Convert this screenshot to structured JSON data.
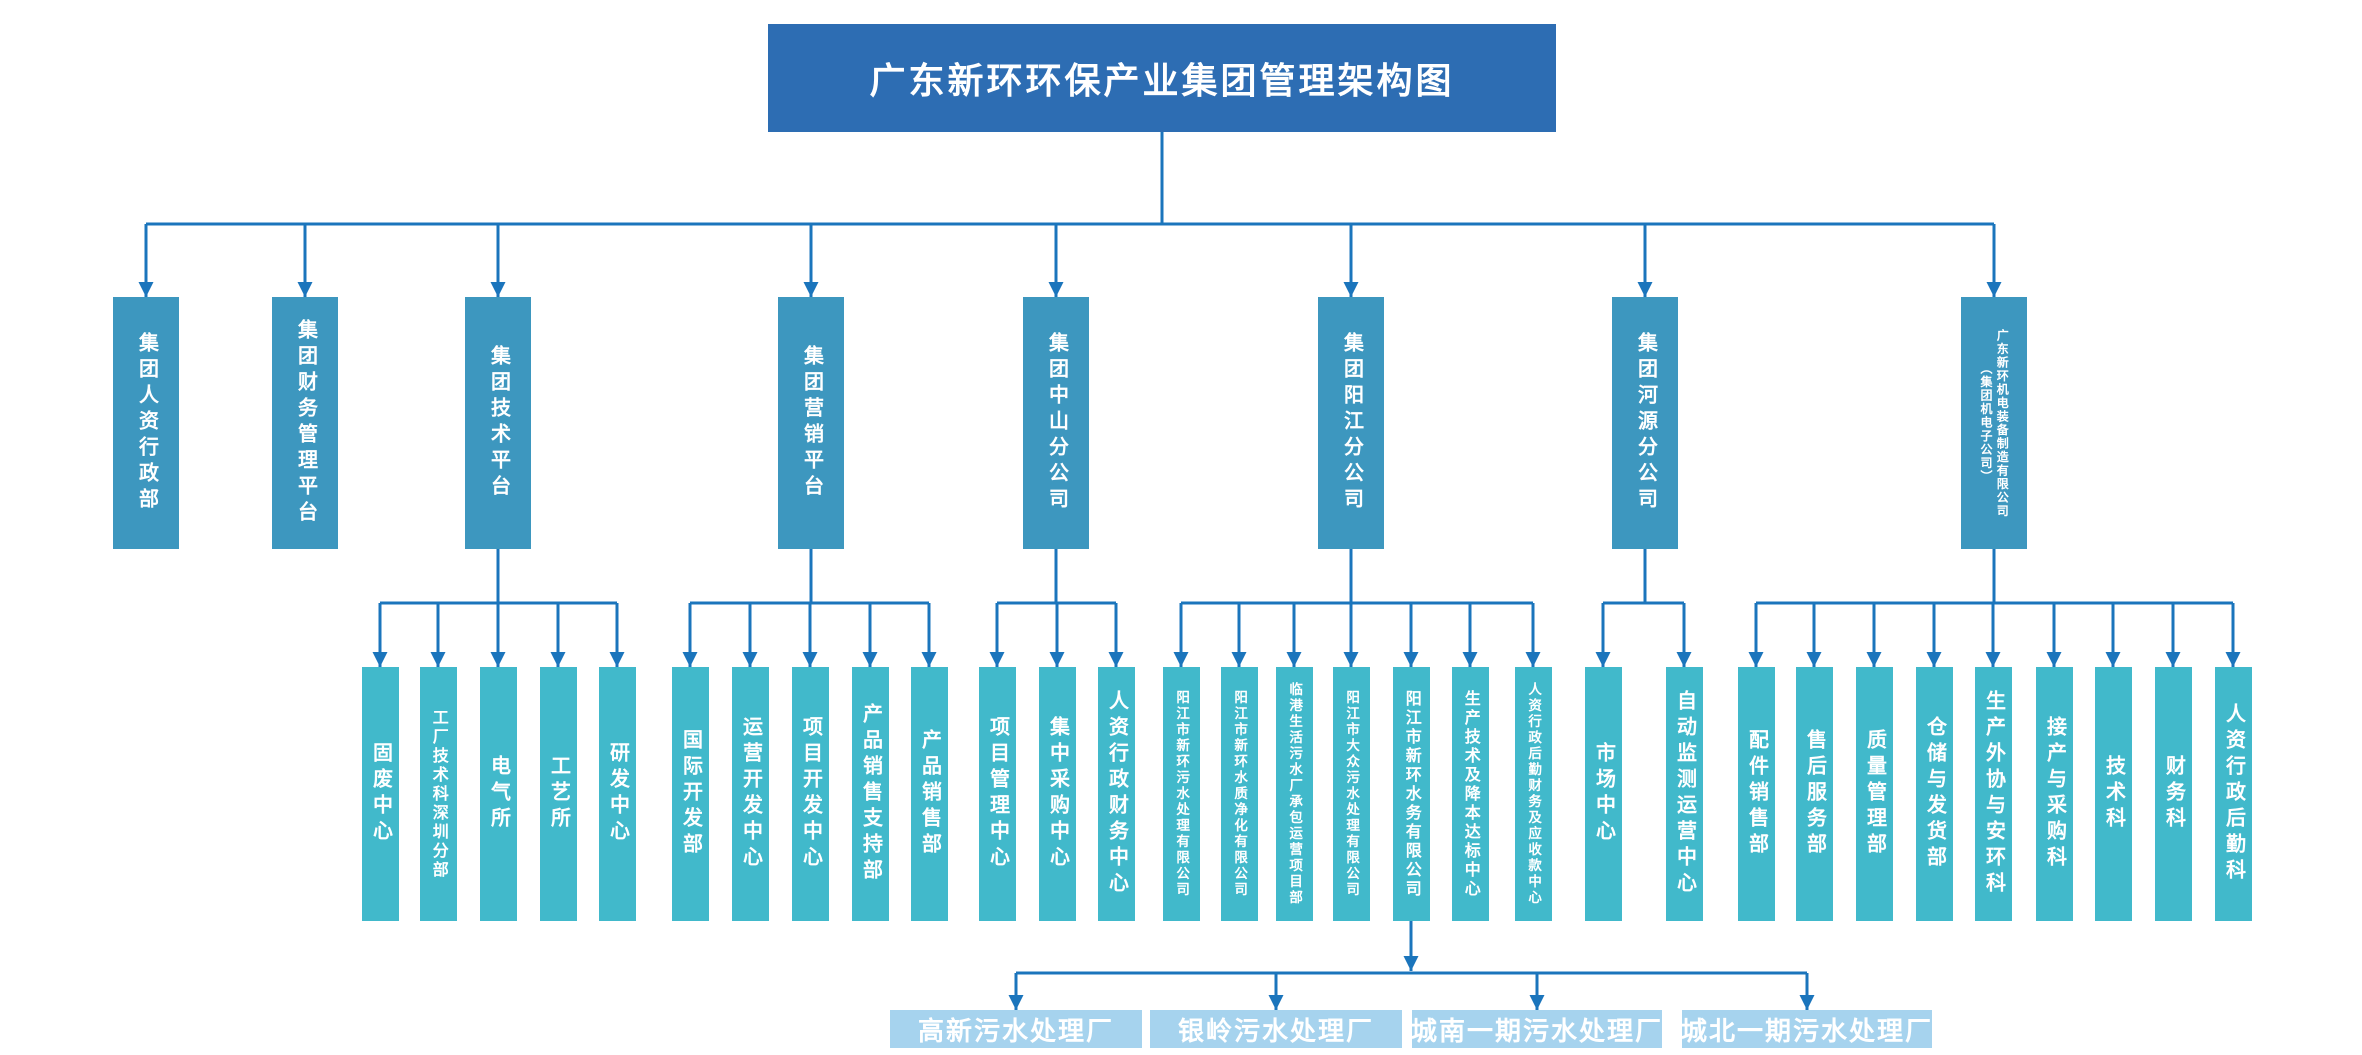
{
  "title": "广东新环环保产业集团管理架构图",
  "colors": {
    "root": "#2D6DB3",
    "level2": "#3D97BF",
    "level3": "#41B9CB",
    "level4": "#A6D3EE",
    "line": "#1B75BC",
    "text": "#FFFFFF"
  },
  "groups": [
    {
      "id": "hr",
      "label": "集团人资行政部",
      "children": []
    },
    {
      "id": "finance",
      "label": "集团财务管理平台",
      "children": []
    },
    {
      "id": "tech",
      "label": "集团技术平台",
      "children": [
        {
          "label": "固废中心"
        },
        {
          "label": "工厂技术科深圳分部"
        },
        {
          "label": "电气所"
        },
        {
          "label": "工艺所"
        },
        {
          "label": "研发中心"
        }
      ]
    },
    {
      "id": "marketing",
      "label": "集团营销平台",
      "children": [
        {
          "label": "国际开发部"
        },
        {
          "label": "运营开发中心"
        },
        {
          "label": "项目开发中心"
        },
        {
          "label": "产品销售支持部"
        },
        {
          "label": "产品销售部"
        }
      ]
    },
    {
      "id": "zhongshan",
      "label": "集团中山分公司",
      "children": [
        {
          "label": "项目管理中心"
        },
        {
          "label": "集中采购中心"
        },
        {
          "label": "人资行政财务中心"
        }
      ]
    },
    {
      "id": "yangjiang",
      "label": "集团阳江分公司",
      "children": [
        {
          "label": "阳江市新环污水处理有限公司"
        },
        {
          "label": "阳江市新环水质净化有限公司"
        },
        {
          "label": "临港生活污水厂承包运营项目部"
        },
        {
          "label": "阳江市大众污水处理有限公司"
        },
        {
          "label": "阳江市新环水务有限公司",
          "children": [
            {
              "label": "高新污水处理厂"
            },
            {
              "label": "银岭污水处理厂"
            },
            {
              "label": "城南一期污水处理厂"
            },
            {
              "label": "城北一期污水处理厂"
            }
          ]
        },
        {
          "label": "生产技术及降本达标中心"
        },
        {
          "label": "人资行政后勤财务及应收款中心"
        }
      ]
    },
    {
      "id": "heyuan",
      "label": "集团河源分公司",
      "children": [
        {
          "label": "市场中心"
        },
        {
          "label": "自动监测运营中心"
        }
      ]
    },
    {
      "id": "jidian",
      "label": "广东新环机电装备制造有限公司\n（集团机电子公司）",
      "children": [
        {
          "label": "配件销售部"
        },
        {
          "label": "售后服务部"
        },
        {
          "label": "质量管理部"
        },
        {
          "label": "仓储与发货部"
        },
        {
          "label": "生产外协与安环科"
        },
        {
          "label": "接产与采购科"
        },
        {
          "label": "技术科"
        },
        {
          "label": "财务科"
        },
        {
          "label": "人资行政后勤科"
        }
      ]
    }
  ]
}
